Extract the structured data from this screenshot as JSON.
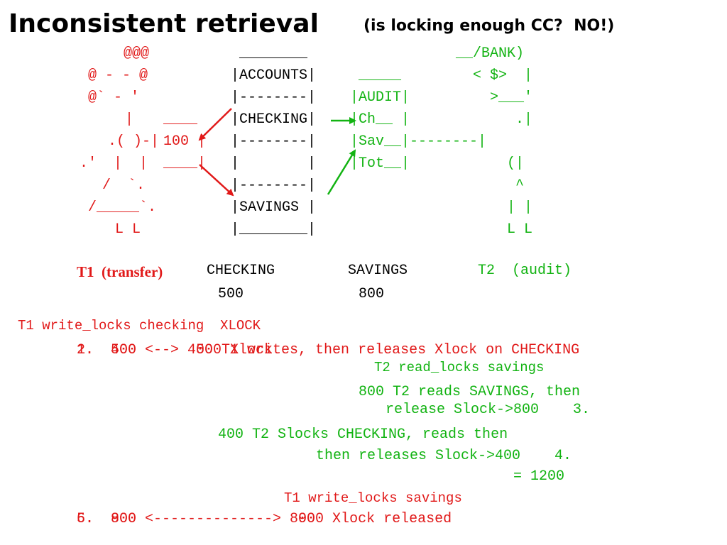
{
  "slide": {
    "title": "Inconsistent retrieval",
    "subtitle": "(is locking enough CC?  NO!)"
  },
  "colors": {
    "t1": "#e11919",
    "t2": "#12b312",
    "text": "#000000"
  },
  "ascii_art": {
    "person_left": [
      "  @@@",
      "@ - - @",
      "@` - '",
      "   |",
      " .( )-|",
      ".'  |  |",
      "  /  `.",
      " /_____`.",
      "  L L"
    ],
    "person_left_box": [
      "____",
      "100 |",
      "____|"
    ],
    "accounts_box": [
      " ________",
      "|ACCOUNTS|",
      "|--------|",
      "|CHECKING|",
      "|--------|",
      "|        |",
      "|--------|",
      "|SAVINGS |",
      "|________|"
    ],
    "audit_box": [
      " _____",
      "|AUDIT|",
      "|Ch__ |",
      "|Sav__|--------|",
      "|Tot__|"
    ],
    "bank_person": [
      "__/BANK)",
      "  < $>  |",
      "    >___'",
      "       .|",
      "",
      "      (|",
      "       ^",
      "      | |",
      "      L L"
    ]
  },
  "labels": {
    "t1": "T1  (transfer)",
    "checking": "CHECKING",
    "savings": "SAVINGS",
    "t2": "T2  (audit)",
    "checking_initial": "500",
    "savings_initial": "800"
  },
  "steps": {
    "t1_write_locks_checking": "T1 write_locks checking  XLOCK",
    "step1_overlap": "2.  500 <--> 400 T1 writes, then releases Xlock on CHECKING",
    "step1_alt": "1.  400       500 Xlock",
    "t2_read_locks_savings": "T2 read_locks savings",
    "step3_line1": "800 T2 reads SAVINGS, then",
    "step3_line2": "release Slock->800    3.",
    "step4_line1": "400 T2 Slocks CHECKING, reads then",
    "step4_line2": "then releases Slock->400    4.",
    "step4_total": "= 1200",
    "t1_write_locks_savings": "T1 write_locks savings",
    "step5_overlap": "5.  800 <-------------->  900 Xlock released",
    "step5_alt": "6.  900                  800"
  }
}
